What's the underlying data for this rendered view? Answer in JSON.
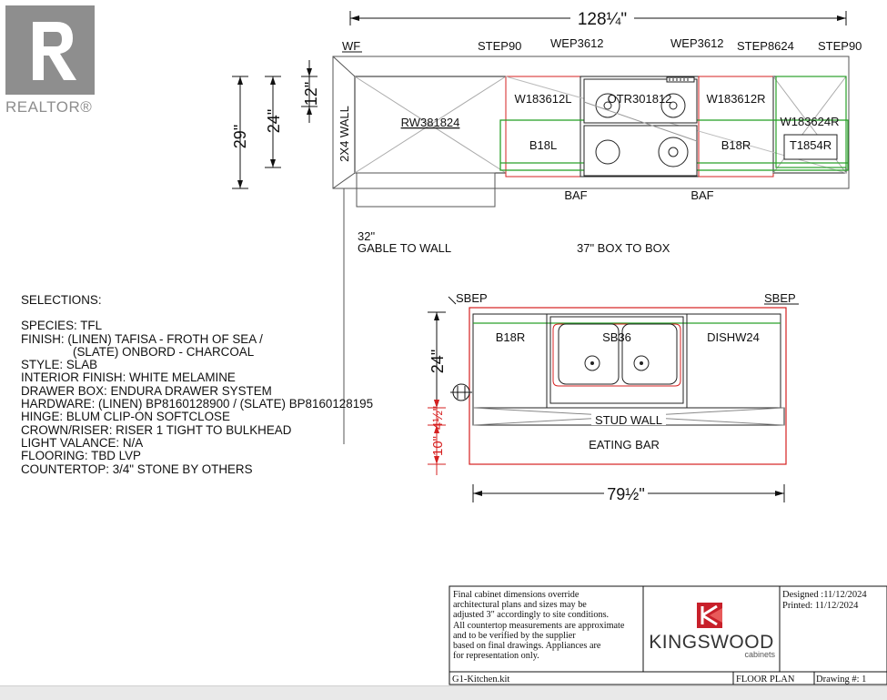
{
  "watermark": {
    "brand_text": "REALTOR®"
  },
  "elevation": {
    "overall_width": "128¼\"",
    "top_labels": [
      "WF",
      "STEP90",
      "WEP3612",
      "WEP3612",
      "STEP8624",
      "STEP90"
    ],
    "heights": {
      "h29": "29\"",
      "h24": "24\"",
      "h12": "12\""
    },
    "wall_label": "2X4 WALL",
    "cabinets": [
      "RW381824",
      "W183612L",
      "OTR301812",
      "W183612R",
      "W183624R",
      "B18L",
      "B18R",
      "T1854R"
    ],
    "baf_left": "BAF",
    "baf_right": "BAF",
    "gable_dim": "32\"",
    "gable_note": "GABLE TO WALL",
    "box_note": "37\" BOX TO BOX"
  },
  "selections": {
    "heading": "SELECTIONS:",
    "species": "SPECIES: TFL",
    "finish_1": "FINISH: (LINEN) TAFISA - FROTH OF SEA /",
    "finish_2": "(SLATE) ONBORD - CHARCOAL",
    "style": "STYLE: SLAB",
    "interior": "INTERIOR FINISH: WHITE MELAMINE",
    "drawer": "DRAWER BOX: ENDURA DRAWER SYSTEM",
    "hardware": "HARDWARE: (LINEN) BP8160128900 / (SLATE) BP8160128195",
    "hinge": "HINGE: BLUM CLIP-ON SOFTCLOSE",
    "crown": "CROWN/RISER: RISER 1 TIGHT TO BULKHEAD",
    "valance": "LIGHT VALANCE: N/A",
    "flooring": "FLOORING: TBD LVP",
    "countertop": "COUNTERTOP: 3/4\" STONE BY OTHERS"
  },
  "island": {
    "sbep_left": "SBEP",
    "sbep_right": "SBEP",
    "b18r": "B18R",
    "sink": "SB36",
    "dishwasher": "DISHW24",
    "stud_wall": "STUD WALL",
    "eating_bar": "EATING BAR",
    "width": "79½\"",
    "depth": "24\"",
    "wall_dim": "4½\"",
    "bar_dim": "10\""
  },
  "title_block": {
    "disclaimer": [
      "Final cabinet dimensions override",
      "architectural plans and sizes may be",
      "adjusted 3\" accordingly to site conditions.",
      "All countertop measurements are approximate",
      "and to be verified by the supplier",
      "based on final drawings. Appliances are",
      "for representation only."
    ],
    "brand_name": "KINGSWOOD",
    "brand_sub": "cabinets",
    "designed": "Designed :11/12/2024",
    "printed": "Printed: 11/12/2024",
    "file_name": "G1-Kitchen.kit",
    "plan_type": "FLOOR PLAN",
    "drawing_no": "Drawing #: 1"
  },
  "colors": {
    "red": "#d62020",
    "green": "#2aa12a",
    "brand_red": "#c8202a",
    "line": "#111111"
  }
}
